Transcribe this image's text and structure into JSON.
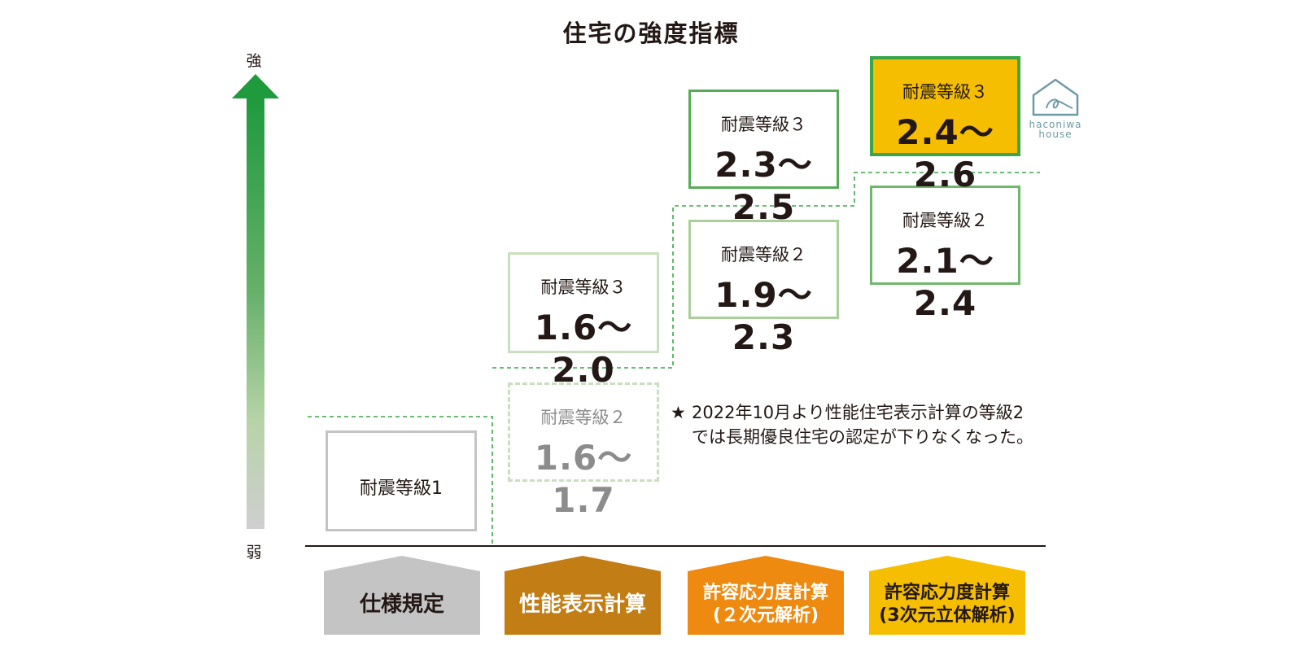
{
  "title": "住宅の強度指標",
  "axis": {
    "top": "強",
    "bottom": "弱"
  },
  "boxes": {
    "grade1": {
      "label": "耐震等級1"
    },
    "perf_g2": {
      "label": "耐震等級２",
      "value": "1.6〜1.7"
    },
    "perf_g3": {
      "label": "耐震等級３",
      "value": "1.6〜2.0"
    },
    "allow2d_g2": {
      "label": "耐震等級２",
      "value": "1.9〜2.3"
    },
    "allow2d_g3": {
      "label": "耐震等級３",
      "value": "2.3〜2.5"
    },
    "allow3d_g2": {
      "label": "耐震等級２",
      "value": "2.1〜2.4"
    },
    "allow3d_g3": {
      "label": "耐震等級３",
      "value": "2.4〜2.6"
    }
  },
  "note": {
    "star": "★",
    "text": "2022年10月より性能住宅表示計算の等級2では長期優良住宅の認定が下りなくなった。"
  },
  "categories": [
    {
      "line1": "仕様規定",
      "line2": "",
      "color": "#c4c4c4",
      "text_color": "#231815"
    },
    {
      "line1": "性能表示計算",
      "line2": "",
      "color": "#c27d14",
      "text_color": "#ffffff"
    },
    {
      "line1": "許容応力度計算",
      "line2": "(２次元解析)",
      "color": "#ee8a10",
      "text_color": "#ffffff"
    },
    {
      "line1": "許容応力度計算",
      "line2": "(3次元立体解析)",
      "color": "#f5be00",
      "text_color": "#231815"
    }
  ],
  "logo": {
    "line1": "haconiwa",
    "line2": "house"
  },
  "colors": {
    "arrow": "#1f9a3d",
    "step_line": "#3aa648",
    "highlight": "#f5be00"
  }
}
